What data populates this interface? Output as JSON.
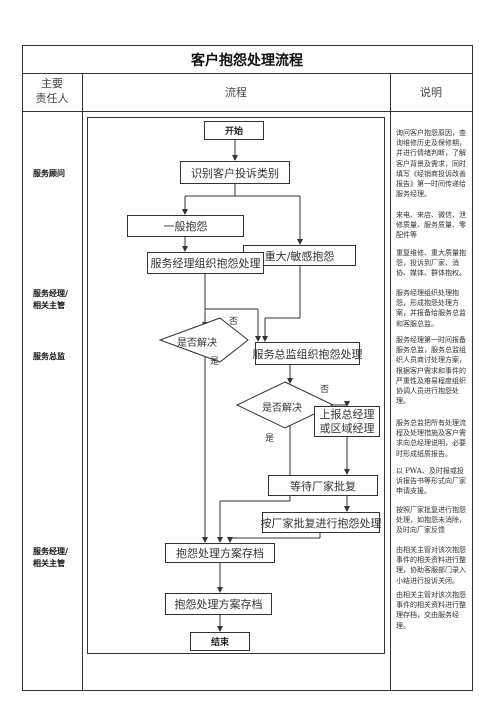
{
  "title": "客户抱怨处理流程",
  "headers": {
    "owner_line1": "主要",
    "owner_line2": "责任人",
    "flow": "流程",
    "notes": "说明"
  },
  "roles": [
    {
      "lines": [
        "服务顾问"
      ]
    },
    {
      "lines": [
        "服务经理/",
        "相关主管"
      ]
    },
    {
      "lines": [
        "服务总监"
      ]
    },
    {
      "lines": [
        "服务经理/",
        "相关主管"
      ]
    }
  ],
  "nodes": {
    "start": "开始",
    "identify": "识别客户投诉类别",
    "general": "一般抱怨",
    "major": "重大/敏感抱怨",
    "manager_handle": "服务经理组织抱怨处理",
    "resolved1": "是否解决",
    "director_handle": "服务总监组织抱怨处理",
    "resolved2": "是否解决",
    "escalate_line1": "上报总经理",
    "escalate_line2": "或区域经理",
    "wait_approval": "等待厂家批复",
    "process_approval": "按厂家批复进行抱怨处理",
    "archive1": "抱怨处理方案存档",
    "archive2": "抱怨处理方案存档",
    "end": "结束"
  },
  "labels": {
    "no1": "否",
    "yes1": "是",
    "no2": "否",
    "yes2": "是"
  },
  "notes": [
    {
      "lines": [
        "询问客户抱怨原因，查",
        "询维修历史及保修期，",
        "并进行情绪判断，了解",
        "客户背景及需求，同时",
        "填写《经销商投诉改善",
        "报告》第一时间传递给",
        "服务经理。"
      ]
    },
    {
      "lines": [
        "来电、来店、微信、泄",
        "修质量、服务质量、零",
        "配件等"
      ]
    },
    {
      "lines": [
        "重复维修、重大质量抱",
        "怨，投诉到厂家、消",
        "协、媒体、群体抱权。"
      ]
    },
    {
      "lines": [
        "服务经理组织处理抱",
        "怨，形成抱怨处理方",
        "案，并报备给服务总监",
        "和客服总监。"
      ]
    },
    {
      "lines": [
        "服务经理第一时间报备",
        "服务总监，服务总监组",
        "织人员商讨处理方案，",
        "根据客户需求和事件的",
        "严重性及难易程度组织",
        "协调人员进行抱怨处",
        "理。"
      ]
    },
    {
      "lines": [
        "服务总监把所有处理流",
        "程及处理措施及客户需",
        "求向总经理说明，必要",
        "时形成纸质报告。"
      ]
    },
    {
      "lines": [
        "以 PWA、及时报或投",
        "诉报告书等形式向厂家",
        "申请支援。"
      ]
    },
    {
      "lines": [
        "按照厂家批复进行抱怨",
        "处理，如抱怨未消除，",
        "及时向厂家反馈"
      ]
    },
    {
      "lines": [
        "由相关主管对该次抱怨",
        "事件的相关资料进行整",
        "理，协助客服部门录入",
        "小结进行投诉关闭。"
      ]
    },
    {
      "lines": [
        "由相关主管对该次抱怨",
        "事件的相关资料进行整",
        "理存档，交由服务经",
        "理。"
      ]
    }
  ]
}
